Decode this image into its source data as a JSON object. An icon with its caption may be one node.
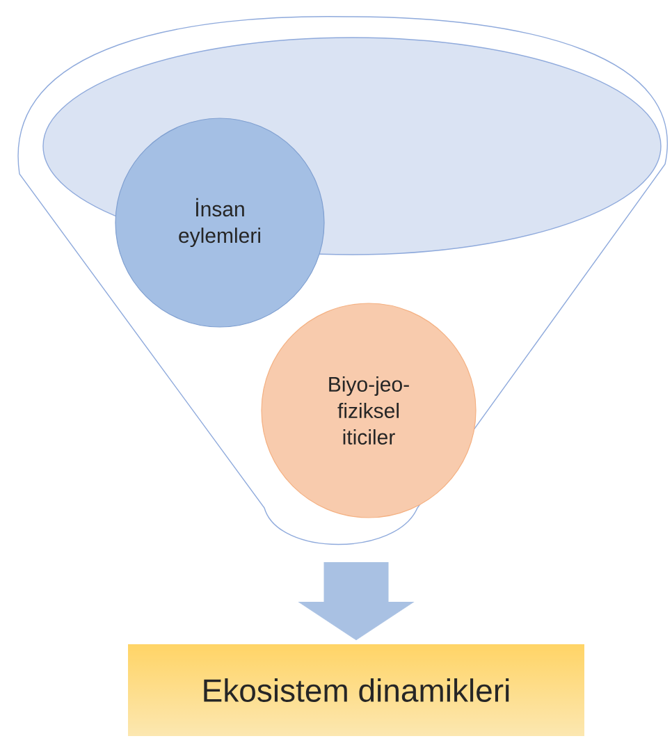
{
  "diagram": {
    "nodes": [
      {
        "text": [],
        "shape": "funnel"
      },
      {
        "text": [
          "İnsan eylemleri"
        ],
        "in": 0
      },
      {
        "text": [
          "Biyo-jeo-fiziksel iticiler"
        ],
        "in": 0
      },
      {
        "text": [
          "Ekosistem dinamikleri"
        ]
      }
    ],
    "edges": [
      {
        "from": 0,
        "to": 3,
        "arrow": "to"
      }
    ]
  }
}
